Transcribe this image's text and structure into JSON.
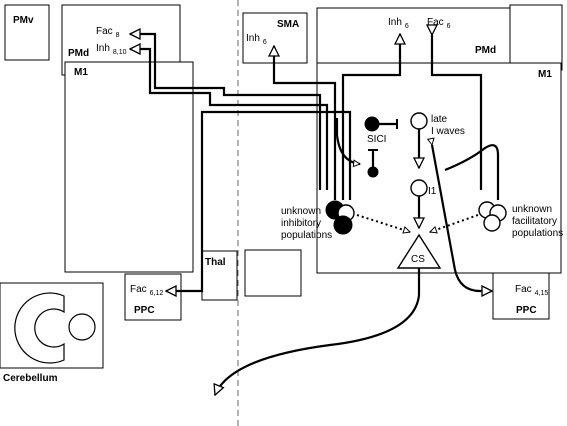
{
  "regions": {
    "pmv_left": "PMv",
    "pmd_left": "PMd",
    "m1_left": "M1",
    "sma": "SMA",
    "pmd_right": "PMd",
    "m1_right": "M1",
    "ppc_left": "PPC",
    "ppc_right": "PPC",
    "thal": "Thal",
    "cerebellum": "Cerebellum"
  },
  "labels": {
    "fac_left_top": "Fac",
    "fac_left_top_sub": "8",
    "inh_left_top": "Inh",
    "inh_left_top_sub": "8,10",
    "inh_sma": "Inh",
    "inh_sma_sub": "6",
    "inh_right_top": "Inh",
    "inh_right_top_sub": "6",
    "fac_right_top": "Fac",
    "fac_right_top_sub": "6",
    "fac_ppc_left": "Fac",
    "fac_ppc_left_sub": "6,12",
    "fac_ppc_right": "Fac",
    "fac_ppc_right_sub": "4,15",
    "sici": "SICI",
    "late_waves_1": "late",
    "late_waves_2": "I waves",
    "i1": "I1",
    "cs": "CS",
    "inhib_1": "unknown",
    "inhib_2": "inhibitory",
    "inhib_3": "populations",
    "facil_1": "unknown",
    "facil_2": "facilitatory",
    "facil_3": "populations"
  }
}
